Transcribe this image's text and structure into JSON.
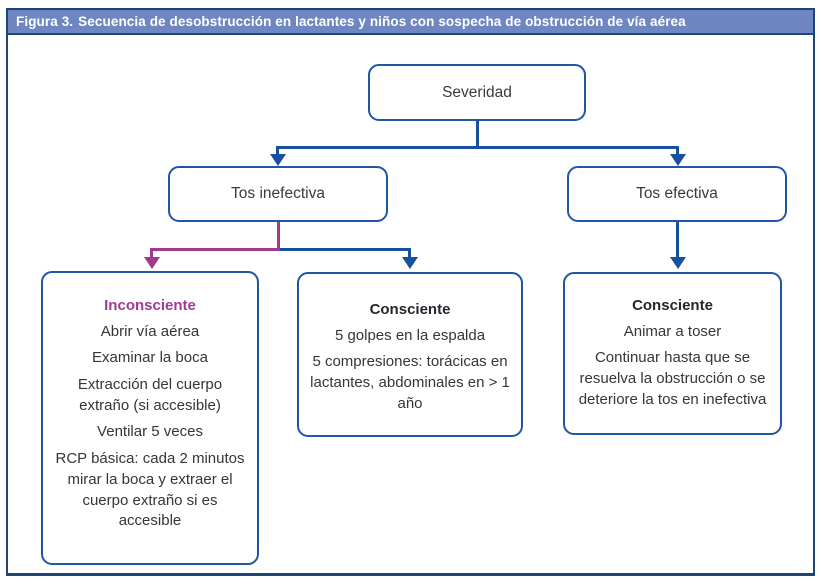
{
  "figure": {
    "label": "Figura 3.",
    "title": "Secuencia de desobstrucción en lactantes y niños con sospecha de obstrucción de vía aérea"
  },
  "nodes": {
    "severidad": {
      "text": "Severidad"
    },
    "tos_inefectiva": {
      "text": "Tos inefectiva"
    },
    "tos_efectiva": {
      "text": "Tos efectiva"
    },
    "inconsciente": {
      "heading": "Inconsciente",
      "items": [
        "Abrir vía aérea",
        "Examinar la boca",
        "Extracción del cuerpo extraño (si accesible)",
        "Ventilar 5 veces",
        "RCP básica: cada 2 minutos mirar la boca y extraer el cuerpo extraño si es accesible"
      ]
    },
    "consciente_central": {
      "heading": "Consciente",
      "items": [
        "5 golpes en la espalda",
        "5 compresiones: torácicas en lactantes, abdominales en > 1 año"
      ]
    },
    "consciente_derecha": {
      "heading": "Consciente",
      "items": [
        "Animar a toser",
        "Continuar hasta que se resuelva la obstrucción o se deteriore la tos en inefectiva"
      ]
    }
  },
  "colors": {
    "header_fill": "#6E86C1",
    "frame_border": "#1F4577",
    "box_border": "#2056A6",
    "line_blue": "#17519E",
    "line_magenta": "#A3398F",
    "heading_magenta": "#A03A96"
  }
}
